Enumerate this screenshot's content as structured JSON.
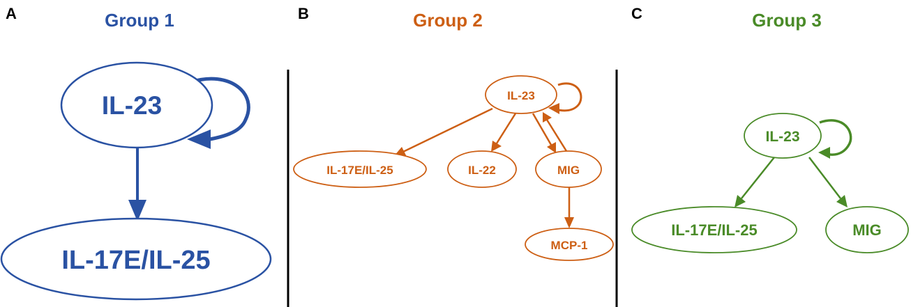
{
  "colors": {
    "group1": "#2a52a3",
    "group2": "#cd5f14",
    "group3": "#4a8b28",
    "divider": "#000000"
  },
  "panels": [
    {
      "letter": "A",
      "title": "Group 1",
      "nodes": [
        {
          "id": "IL-23",
          "label": "IL-23"
        },
        {
          "id": "IL-17E/IL-25",
          "label": "IL-17E/IL-25"
        }
      ],
      "edges": [
        {
          "from": "IL-23",
          "to": "IL-23"
        },
        {
          "from": "IL-23",
          "to": "IL-17E/IL-25"
        }
      ]
    },
    {
      "letter": "B",
      "title": "Group 2",
      "nodes": [
        {
          "id": "IL-23",
          "label": "IL-23"
        },
        {
          "id": "IL-17E/IL-25",
          "label": "IL-17E/IL-25"
        },
        {
          "id": "IL-22",
          "label": "IL-22"
        },
        {
          "id": "MIG",
          "label": "MIG"
        },
        {
          "id": "MCP-1",
          "label": "MCP-1"
        }
      ],
      "edges": [
        {
          "from": "IL-23",
          "to": "IL-23"
        },
        {
          "from": "IL-23",
          "to": "IL-17E/IL-25"
        },
        {
          "from": "IL-23",
          "to": "IL-22"
        },
        {
          "from": "IL-23",
          "to": "MIG"
        },
        {
          "from": "MIG",
          "to": "IL-23"
        },
        {
          "from": "MIG",
          "to": "MCP-1"
        }
      ]
    },
    {
      "letter": "C",
      "title": "Group 3",
      "nodes": [
        {
          "id": "IL-23",
          "label": "IL-23"
        },
        {
          "id": "IL-17E/IL-25",
          "label": "IL-17E/IL-25"
        },
        {
          "id": "MIG",
          "label": "MIG"
        }
      ],
      "edges": [
        {
          "from": "IL-23",
          "to": "IL-23"
        },
        {
          "from": "IL-23",
          "to": "IL-17E/IL-25"
        },
        {
          "from": "IL-23",
          "to": "MIG"
        }
      ]
    }
  ]
}
